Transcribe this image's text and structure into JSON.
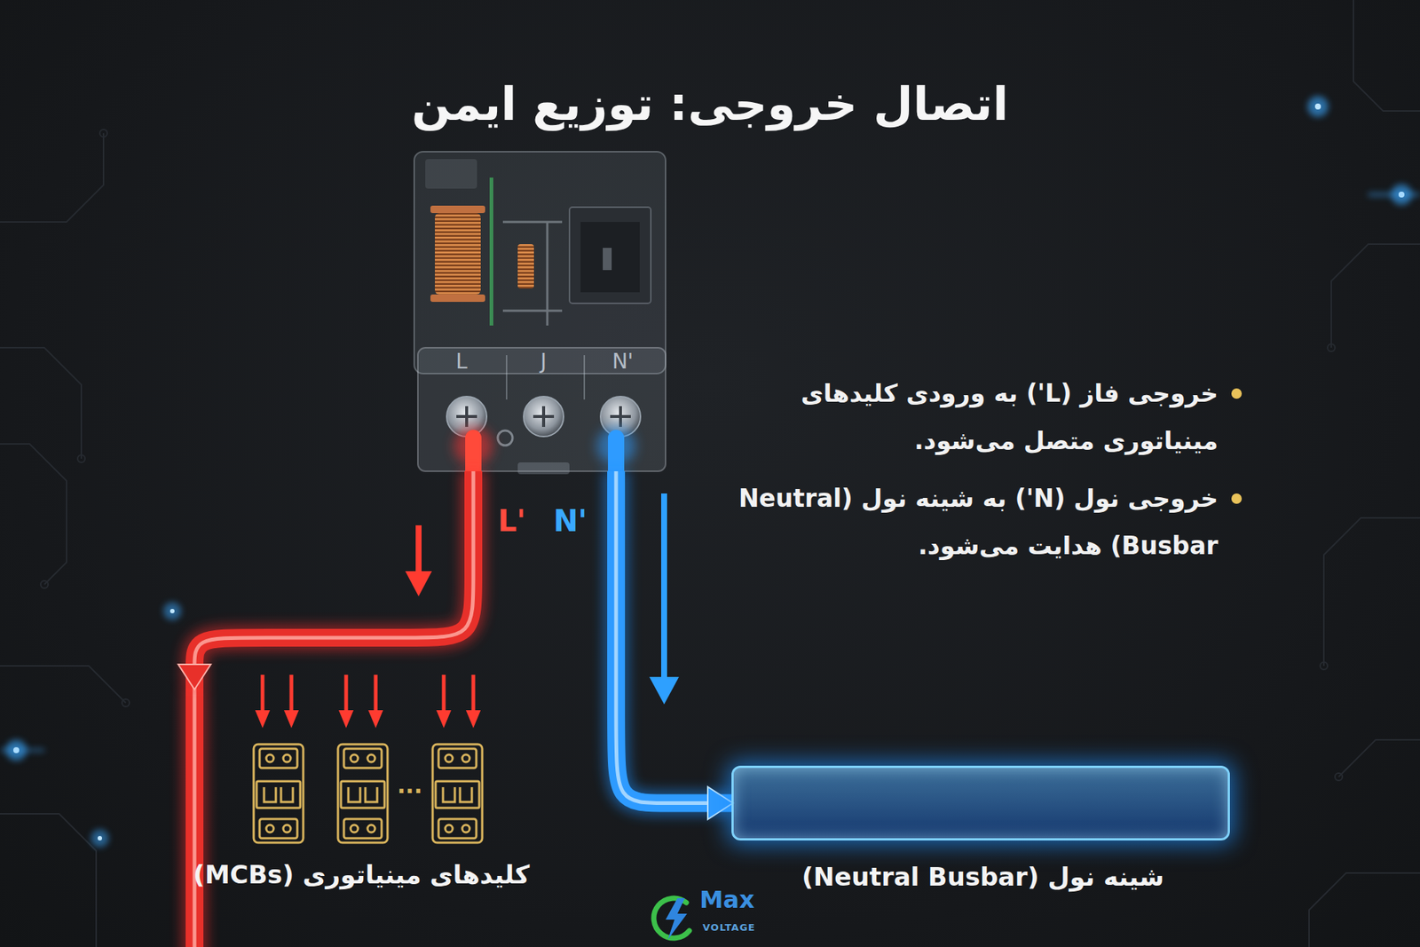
{
  "diagram": {
    "title": "اتصال خروجی: توزیع ایمن",
    "nodes": [
      {
        "text": [
          "L",
          "J",
          "N'"
        ]
      },
      {
        "text": [
          "کلیدهای مینیاتوری (MCBs)"
        ]
      },
      {
        "text": [
          "شینه نول (Neutral Busbar)"
        ]
      }
    ],
    "edges": [
      {
        "from": 0,
        "to": 1,
        "arrow": "to",
        "label": "L'"
      },
      {
        "from": 0,
        "to": 2,
        "arrow": "to",
        "label": "N'"
      }
    ],
    "labels": [
      "خروجی فاز (L') به ورودی کلیدهای مینیاتوری متصل می‌شود.",
      "خروجی نول (N') به شینه نول (Neutral Busbar) هدایت می‌شود.",
      "...",
      "Max",
      "VOLTAGE"
    ]
  }
}
